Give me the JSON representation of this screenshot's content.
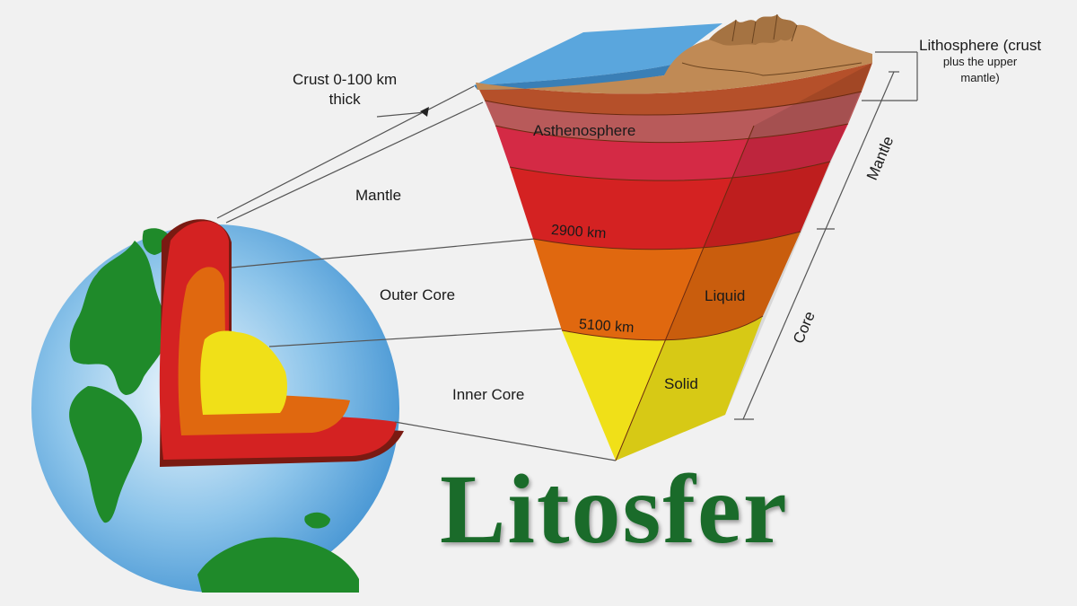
{
  "title": "Litosfer",
  "colors": {
    "background": "#f1f1f1",
    "title": "#1a6b2a",
    "ocean": "#5aa6dd",
    "land": "#1f8a2a",
    "crust_surface": "#c08a55",
    "lithosphere": "#b5502a",
    "asthenosphere": "#b85a5a",
    "upper_mantle": "#d42a45",
    "lower_mantle": "#d42222",
    "outer_core": "#e0680f",
    "inner_core": "#f0e018"
  },
  "labels": {
    "crust": [
      "Crust 0-100 km",
      "thick"
    ],
    "lithosphere": [
      "Lithosphere (crust",
      "plus the upper",
      "mantle)"
    ],
    "asthenosphere": "Asthenosphere",
    "mantle_left": "Mantle",
    "mantle_right": "Mantle",
    "depth_2900": "2900 km",
    "outer_core": "Outer Core",
    "liquid": "Liquid",
    "depth_5100": "5100 km",
    "inner_core": "Inner Core",
    "solid": "Solid",
    "core_right": "Core"
  }
}
